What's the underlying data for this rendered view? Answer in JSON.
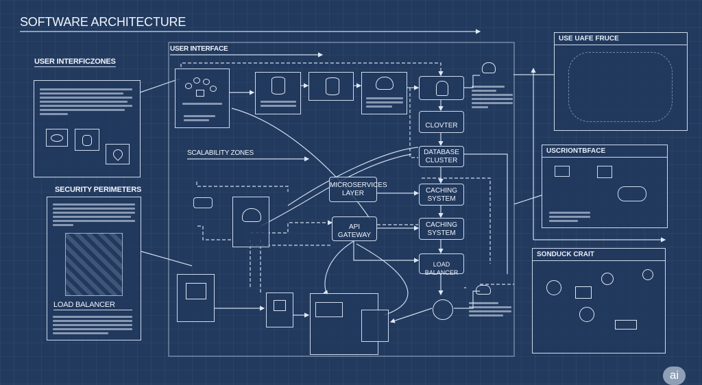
{
  "title": "SOFTWARE ARCHITECTURE",
  "left": {
    "ui_zones_heading": "USER INTERFICZONES",
    "security_heading": "SECURITY PERIMETERS",
    "load_balancer_heading": "LOAD BALANCER"
  },
  "main": {
    "user_interface_heading": "USER INTERFACE",
    "scalability_heading": "SCALABILITY ZONES",
    "nodes": {
      "clovter": "CLOVTER",
      "database_cluster": "DATABASE CLUSTER",
      "microservices": "MICROSERVICES LAYER",
      "caching_1": "CACHING SYSTEM",
      "api_gateway": "API GATEWAY",
      "caching_2": "CACHING SYSTEM",
      "load_balancer": "LOAD BALANCER"
    }
  },
  "right": {
    "panel_1_title": "USE UAFE FRUCE",
    "panel_2_title": "USCRIONTBFACE",
    "panel_3_title": "SONDUCK CRAIT"
  },
  "badge": "ai",
  "colors": {
    "background": "#223a5e",
    "line": "#cfdcee"
  }
}
